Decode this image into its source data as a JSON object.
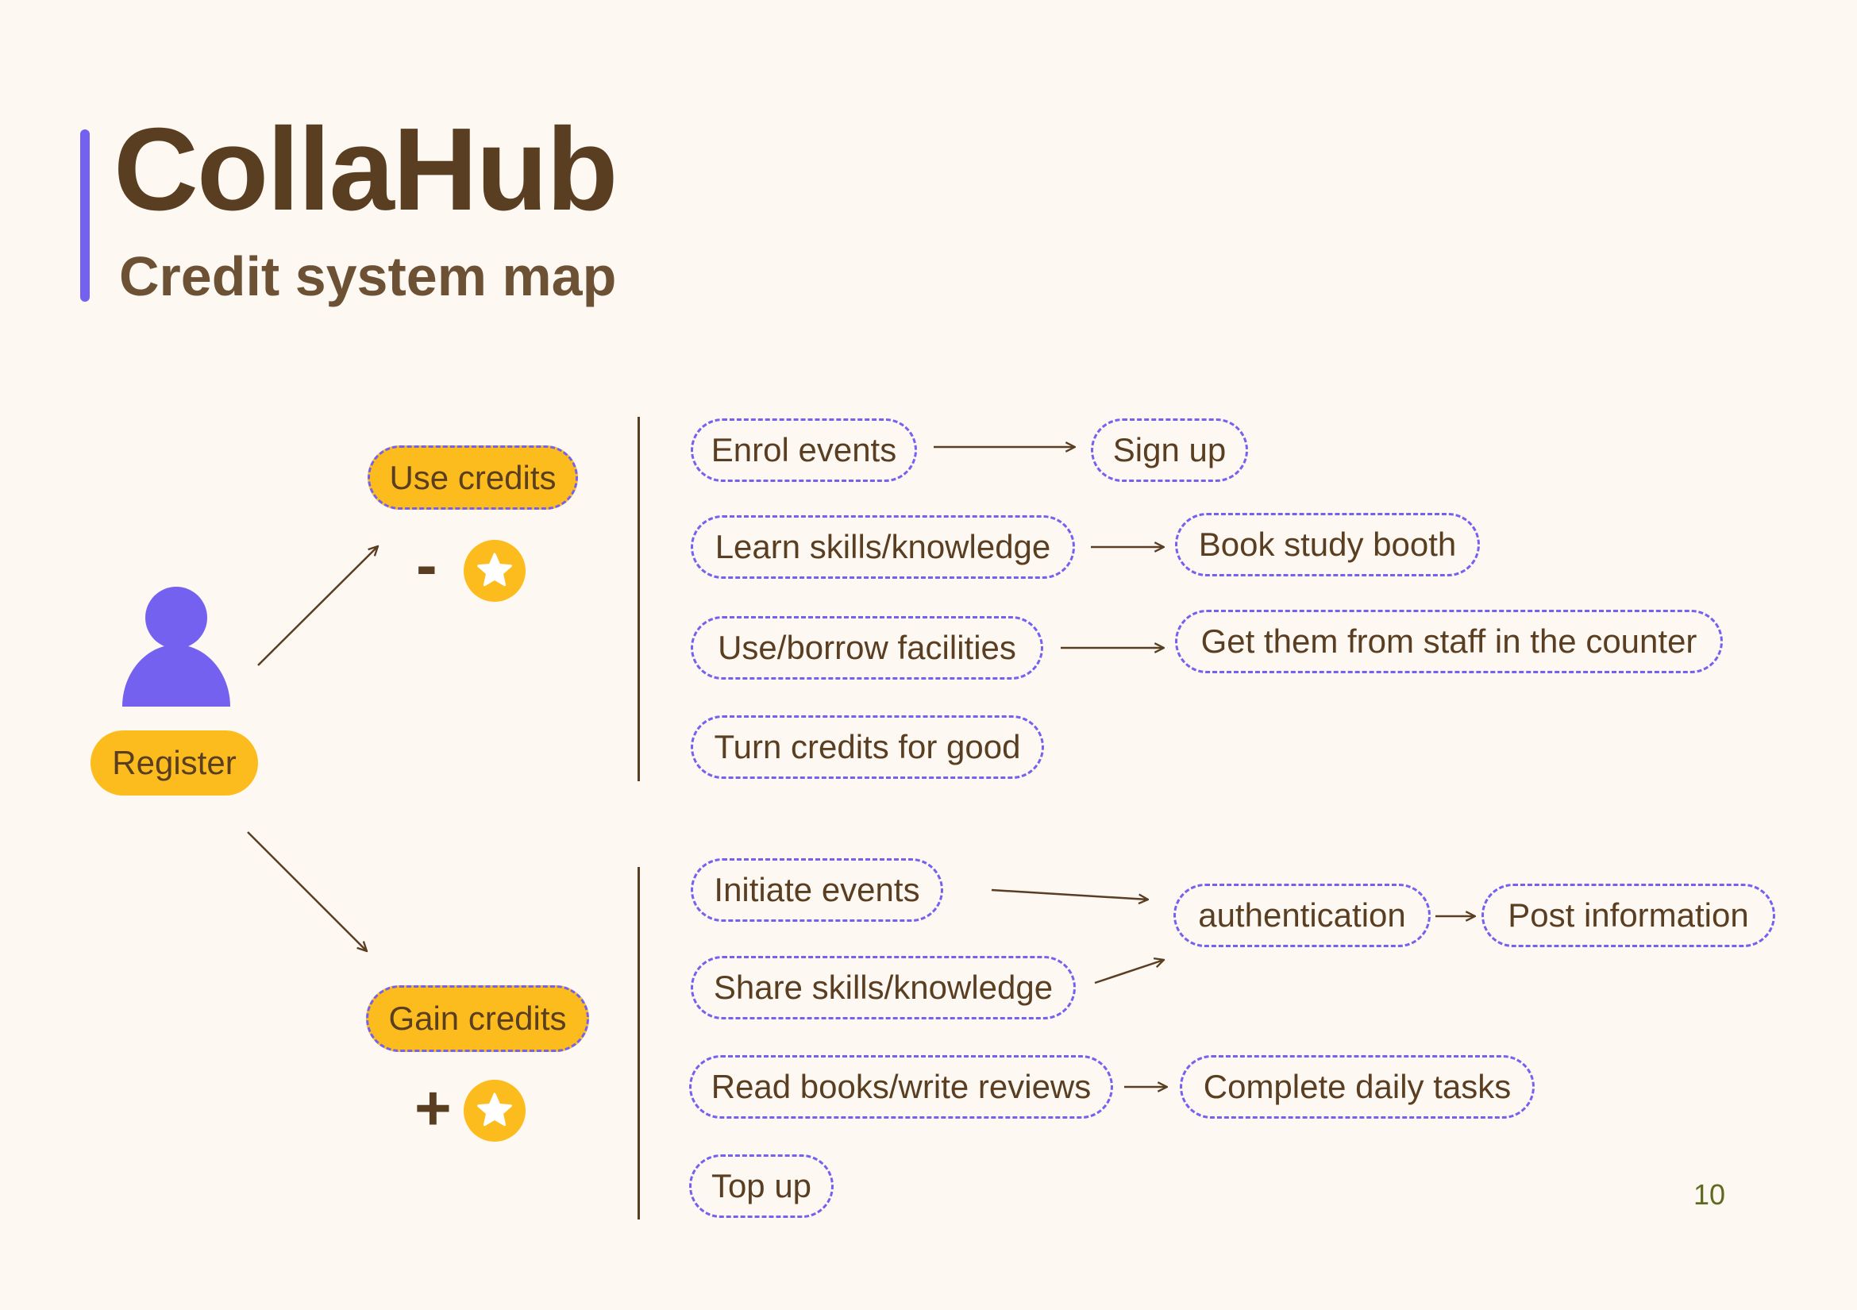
{
  "header": {
    "title": "CollaHub",
    "subtitle": "Credit system map"
  },
  "root": {
    "register_label": "Register"
  },
  "use": {
    "label": "Use credits",
    "sign": "-",
    "items": [
      "Enrol events",
      "Learn skills/knowledge",
      "Use/borrow facilities",
      "Turn credits for good"
    ],
    "targets": [
      "Sign up",
      "Book study booth",
      "Get them from staff in the counter"
    ]
  },
  "gain": {
    "label": "Gain credits",
    "sign": "+",
    "items": [
      "Initiate events",
      "Share skills/knowledge",
      "Read books/write reviews",
      "Top up"
    ],
    "targets": [
      "authentication",
      "Post information",
      "Complete daily tasks"
    ]
  },
  "footer": {
    "page_number": "10"
  },
  "colors": {
    "background": "#fdf8f2",
    "accent_purple": "#7461f0",
    "accent_yellow": "#fdbc1d",
    "text_brown": "#5a3e22"
  },
  "icons": {
    "user": "user-icon",
    "coin": "star-coin-icon"
  }
}
